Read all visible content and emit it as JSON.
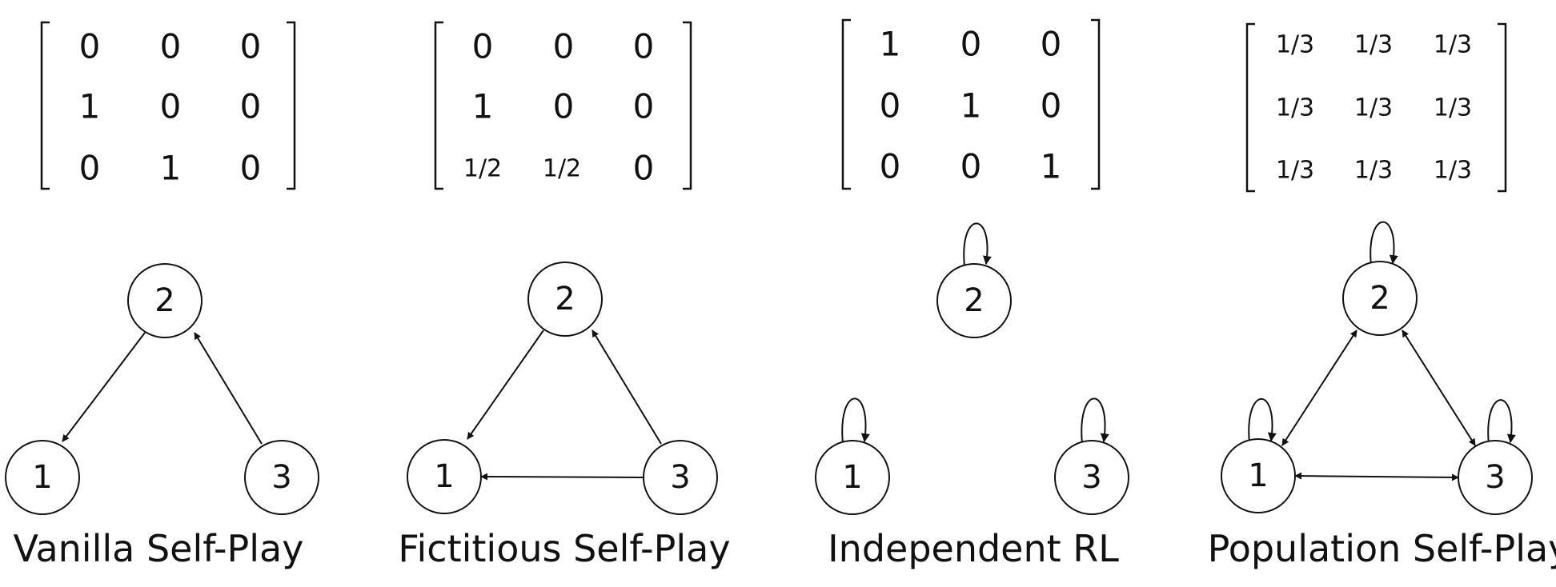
{
  "panels": [
    {
      "caption": "Vanilla Self-Play",
      "matrix": [
        [
          "0",
          "0",
          "0"
        ],
        [
          "1",
          "0",
          "0"
        ],
        [
          "0",
          "1",
          "0"
        ]
      ],
      "nodes": [
        "1",
        "2",
        "3"
      ]
    },
    {
      "caption": "Fictitious Self-Play",
      "matrix": [
        [
          "0",
          "0",
          "0"
        ],
        [
          "1",
          "0",
          "0"
        ],
        [
          "1/2",
          "1/2",
          "0"
        ]
      ],
      "nodes": [
        "1",
        "2",
        "3"
      ]
    },
    {
      "caption": "Independent RL",
      "matrix": [
        [
          "1",
          "0",
          "0"
        ],
        [
          "0",
          "1",
          "0"
        ],
        [
          "0",
          "0",
          "1"
        ]
      ],
      "nodes": [
        "1",
        "2",
        "3"
      ]
    },
    {
      "caption": "Population Self-Play",
      "matrix": [
        [
          "1/3",
          "1/3",
          "1/3"
        ],
        [
          "1/3",
          "1/3",
          "1/3"
        ],
        [
          "1/3",
          "1/3",
          "1/3"
        ]
      ],
      "nodes": [
        "1",
        "2",
        "3"
      ]
    }
  ]
}
